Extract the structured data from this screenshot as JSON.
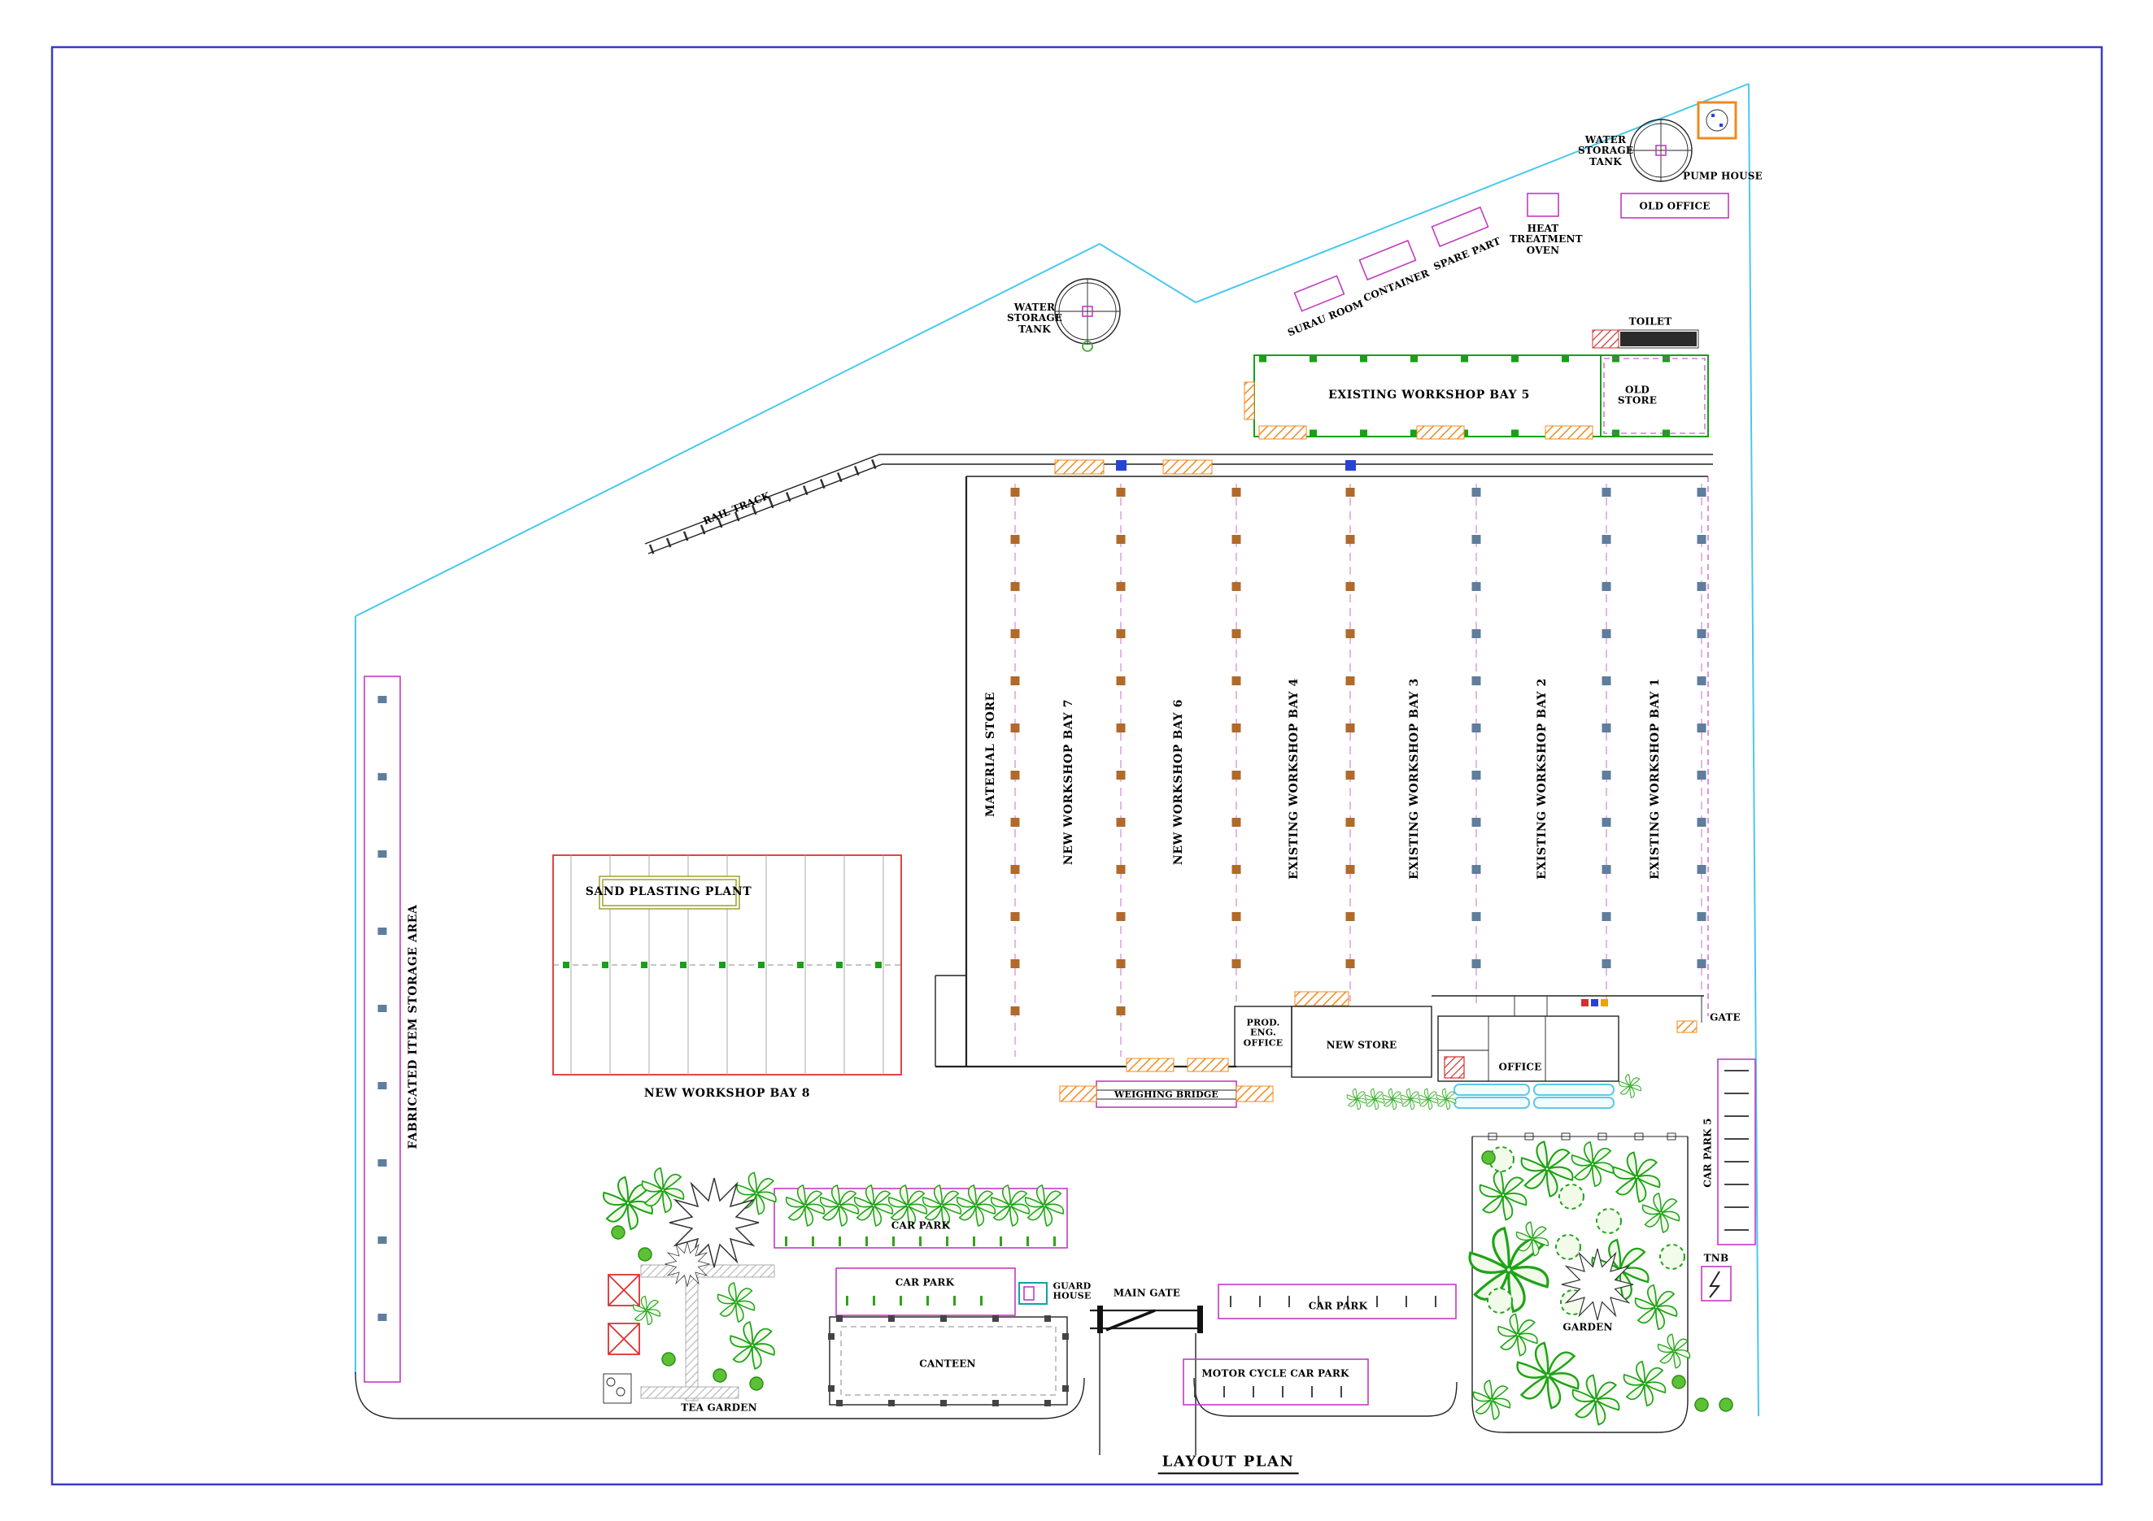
{
  "sheet": {
    "title": "LAYOUT PLAN"
  },
  "palette": {
    "sheet_border_blue": "#3A3AC8",
    "boundary_line_cyan": "#49C8F0",
    "building_outline_magenta": "#C23BC2",
    "workshop5_outline_green": "#18A018",
    "bay8_outline_red": "#E03030",
    "column_marker_brown": "#B06A2A",
    "column_marker_gray": "#5F7D9C",
    "hatch_orange": "#F08A1E",
    "tree_green": "#2FA31B",
    "car_blue": "#5FC8E6"
  },
  "north_area": {
    "water_tank_top": {
      "label": "WATER STORAGE TANK"
    },
    "pump_house": {
      "label": "PUMP HOUSE"
    },
    "old_office": {
      "label": "OLD OFFICE"
    },
    "heat_treatment_oven": {
      "label": "HEAT TREATMENT OVEN"
    },
    "spare_part": {
      "label": "SPARE PART"
    },
    "container": {
      "label": "CONTAINER"
    },
    "surau_room": {
      "label": "SURAU ROOM"
    },
    "toilet": {
      "label": "TOILET"
    },
    "water_tank_mid": {
      "label": "WATER STORAGE TANK"
    },
    "rail_track": {
      "label": "RAIL TRACK"
    }
  },
  "workshops": {
    "existing_bay5": {
      "label": "EXISTING WORKSHOP BAY 5"
    },
    "old_store": {
      "label": "OLD STORE"
    },
    "material_store": {
      "label": "MATERIAL STORE"
    },
    "new_bay7": {
      "label": "NEW WORKSHOP BAY 7"
    },
    "new_bay6": {
      "label": "NEW WORKSHOP BAY 6"
    },
    "existing_bay4": {
      "label": "EXISTING WORKSHOP BAY 4"
    },
    "existing_bay3": {
      "label": "EXISTING WORKSHOP BAY 3"
    },
    "existing_bay2": {
      "label": "EXISTING WORKSHOP BAY 2"
    },
    "existing_bay1": {
      "label": "EXISTING WORKSHOP BAY 1"
    },
    "sand_plasting_plant": {
      "label": "SAND PLASTING PLANT"
    },
    "new_bay8": {
      "label": "NEW WORKSHOP BAY 8"
    },
    "fabricated_item_storage": {
      "label": "FABRICATED ITEM STORAGE AREA"
    }
  },
  "central": {
    "prod_eng_office": {
      "label": "PROD. ENG. OFFICE"
    },
    "new_store": {
      "label": "NEW STORE"
    },
    "office": {
      "label": "OFFICE"
    },
    "gate": {
      "label": "GATE"
    },
    "weighing_bridge": {
      "label": "WEIGHING BRIDGE"
    }
  },
  "south_area": {
    "car_park_5": {
      "label": "CAR PARK 5"
    },
    "tnb": {
      "label": "TNB"
    },
    "garden": {
      "label": "GARDEN"
    },
    "car_park_east": {
      "label": "CAR PARK"
    },
    "main_gate": {
      "label": "MAIN GATE"
    },
    "guard_house": {
      "label": "GUARD HOUSE"
    },
    "car_park_west_upper": {
      "label": "CAR PARK"
    },
    "car_park_west_lower": {
      "label": "CAR PARK"
    },
    "canteen": {
      "label": "CANTEEN"
    },
    "motor_cycle_car_park": {
      "label": "MOTOR CYCLE CAR PARK"
    },
    "tea_garden": {
      "label": "TEA GARDEN"
    }
  }
}
